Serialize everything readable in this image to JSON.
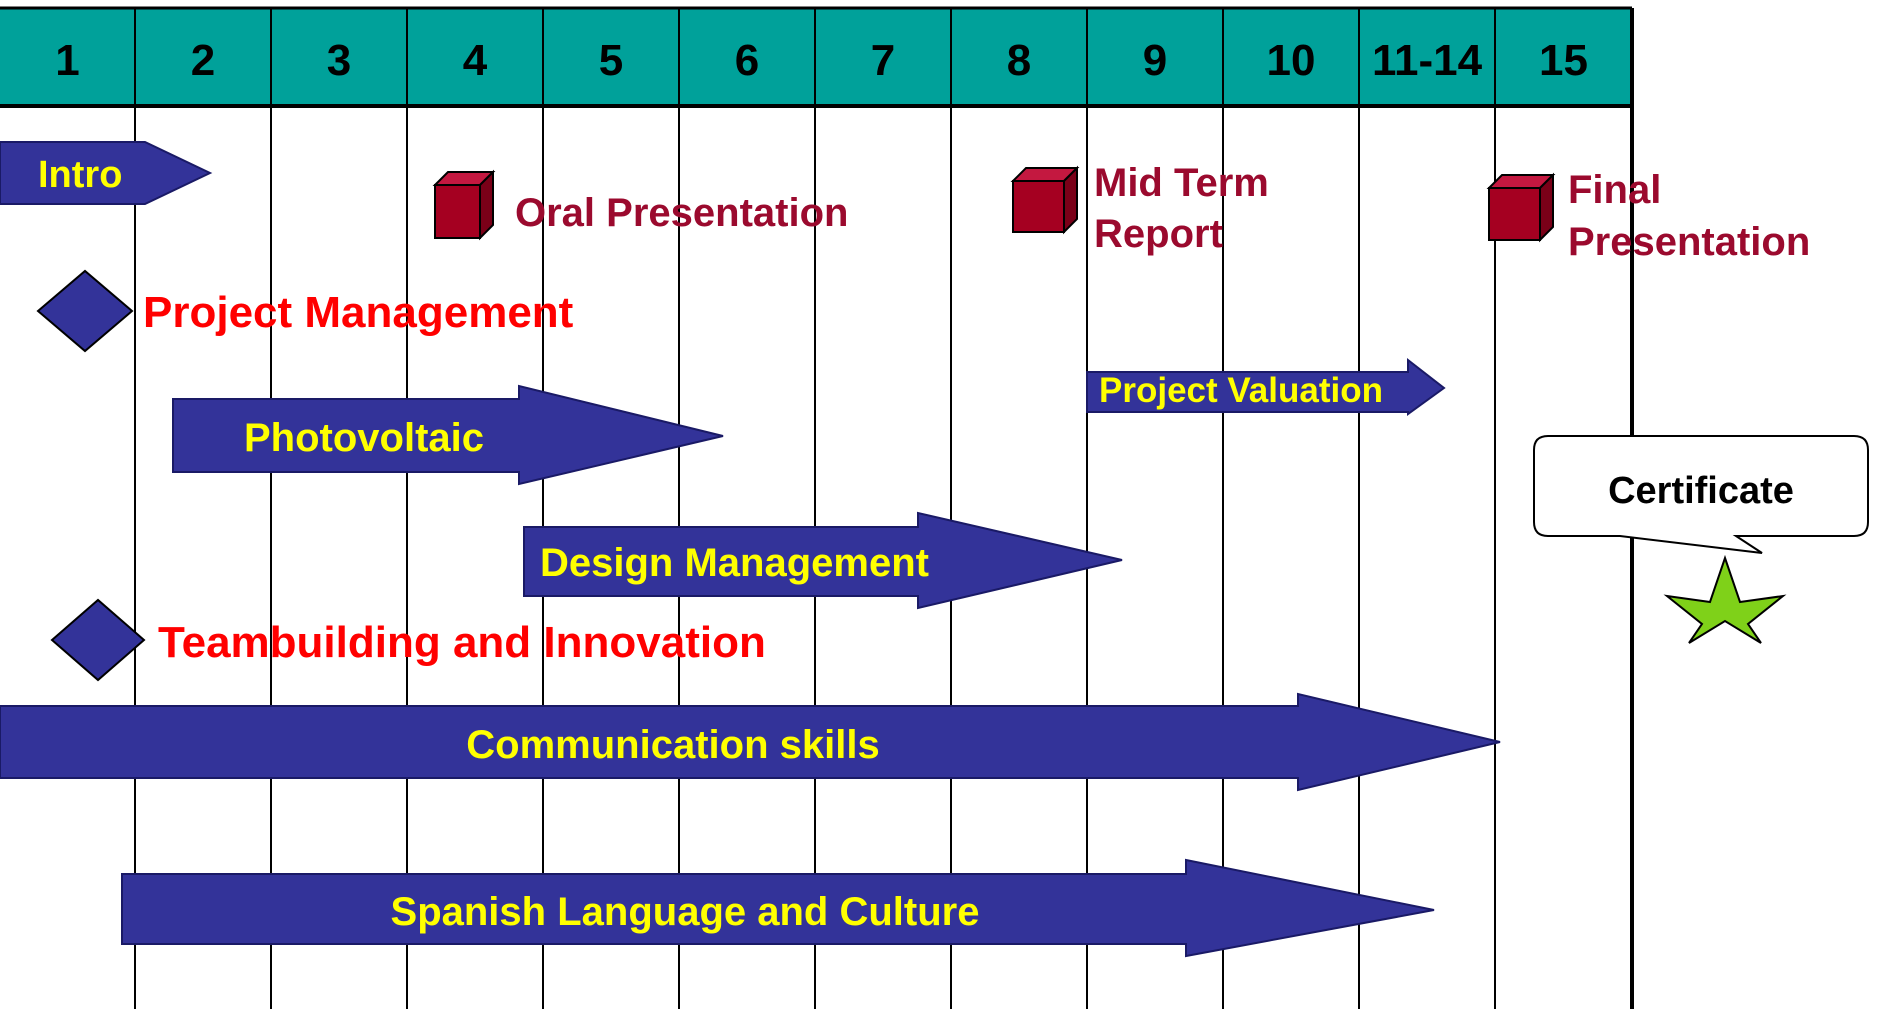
{
  "colors": {
    "header_fill": "#00a19a",
    "arrow_fill": "#333399",
    "arrow_text": "#ffff00",
    "milestone_fill": "#a50021",
    "milestone_text": "#9b0a2e",
    "diamond_fill": "#333399",
    "red_text": "#ff0000",
    "star_fill": "#7fd119",
    "grid_line": "#000000"
  },
  "weeks": [
    "1",
    "2",
    "3",
    "4",
    "5",
    "6",
    "7",
    "8",
    "9",
    "10",
    "11-14",
    "15"
  ],
  "arrows": {
    "intro": "Intro",
    "photovoltaic": "Photovoltaic",
    "design_management": "Design Management",
    "project_valuation": "Project Valuation",
    "communication_skills": "Communication skills",
    "spanish": "Spanish Language and Culture"
  },
  "milestones": {
    "oral_presentation": "Oral Presentation",
    "mid_term_line1": "Mid Term",
    "mid_term_line2": "Report",
    "final_line1": "Final",
    "final_line2": "Presentation"
  },
  "diamond_labels": {
    "project_management": "Project Management",
    "teambuilding": "Teambuilding and Innovation"
  },
  "certificate": "Certificate"
}
